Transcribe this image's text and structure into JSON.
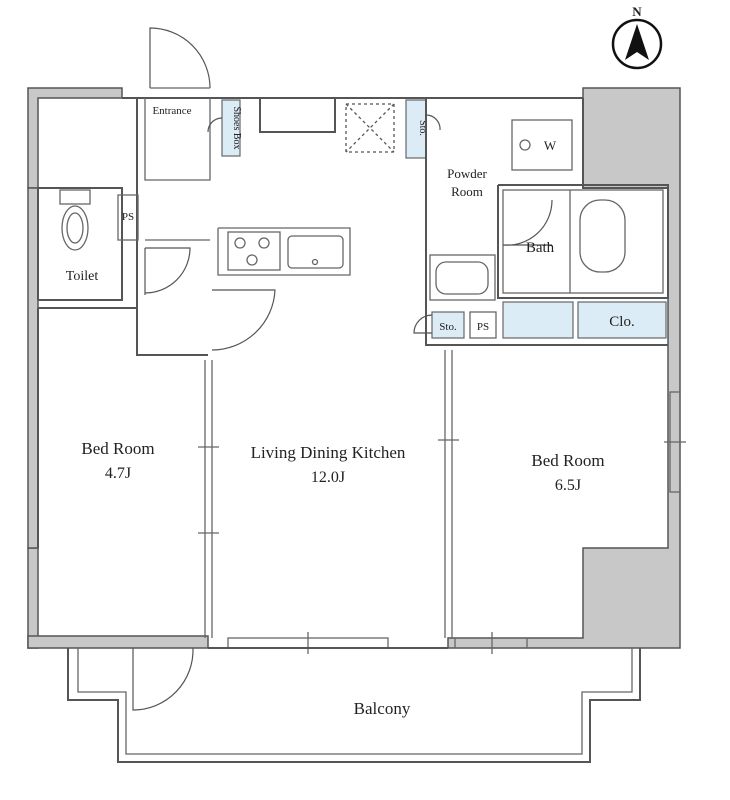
{
  "compass": {
    "label": "N"
  },
  "rooms": {
    "entrance": "Entrance",
    "shoes_box": "Shoes Box",
    "sto_top": "Sto.",
    "washer": "W",
    "powder_room_line1": "Powder",
    "powder_room_line2": "Room",
    "bath": "Bath",
    "ps_left": "PS",
    "toilet": "Toilet",
    "sto_bottom": "Sto.",
    "ps_right": "PS",
    "closet": "Clo.",
    "bedroom_left_name": "Bed Room",
    "bedroom_left_size": "4.7J",
    "ldk_name": "Living Dining Kitchen",
    "ldk_size": "12.0J",
    "bedroom_right_name": "Bed Room",
    "bedroom_right_size": "6.5J",
    "balcony": "Balcony"
  },
  "colors": {
    "structure_gray": "#c8c8c8",
    "storage_blue": "#dcecf7",
    "wall_line": "#555555"
  }
}
